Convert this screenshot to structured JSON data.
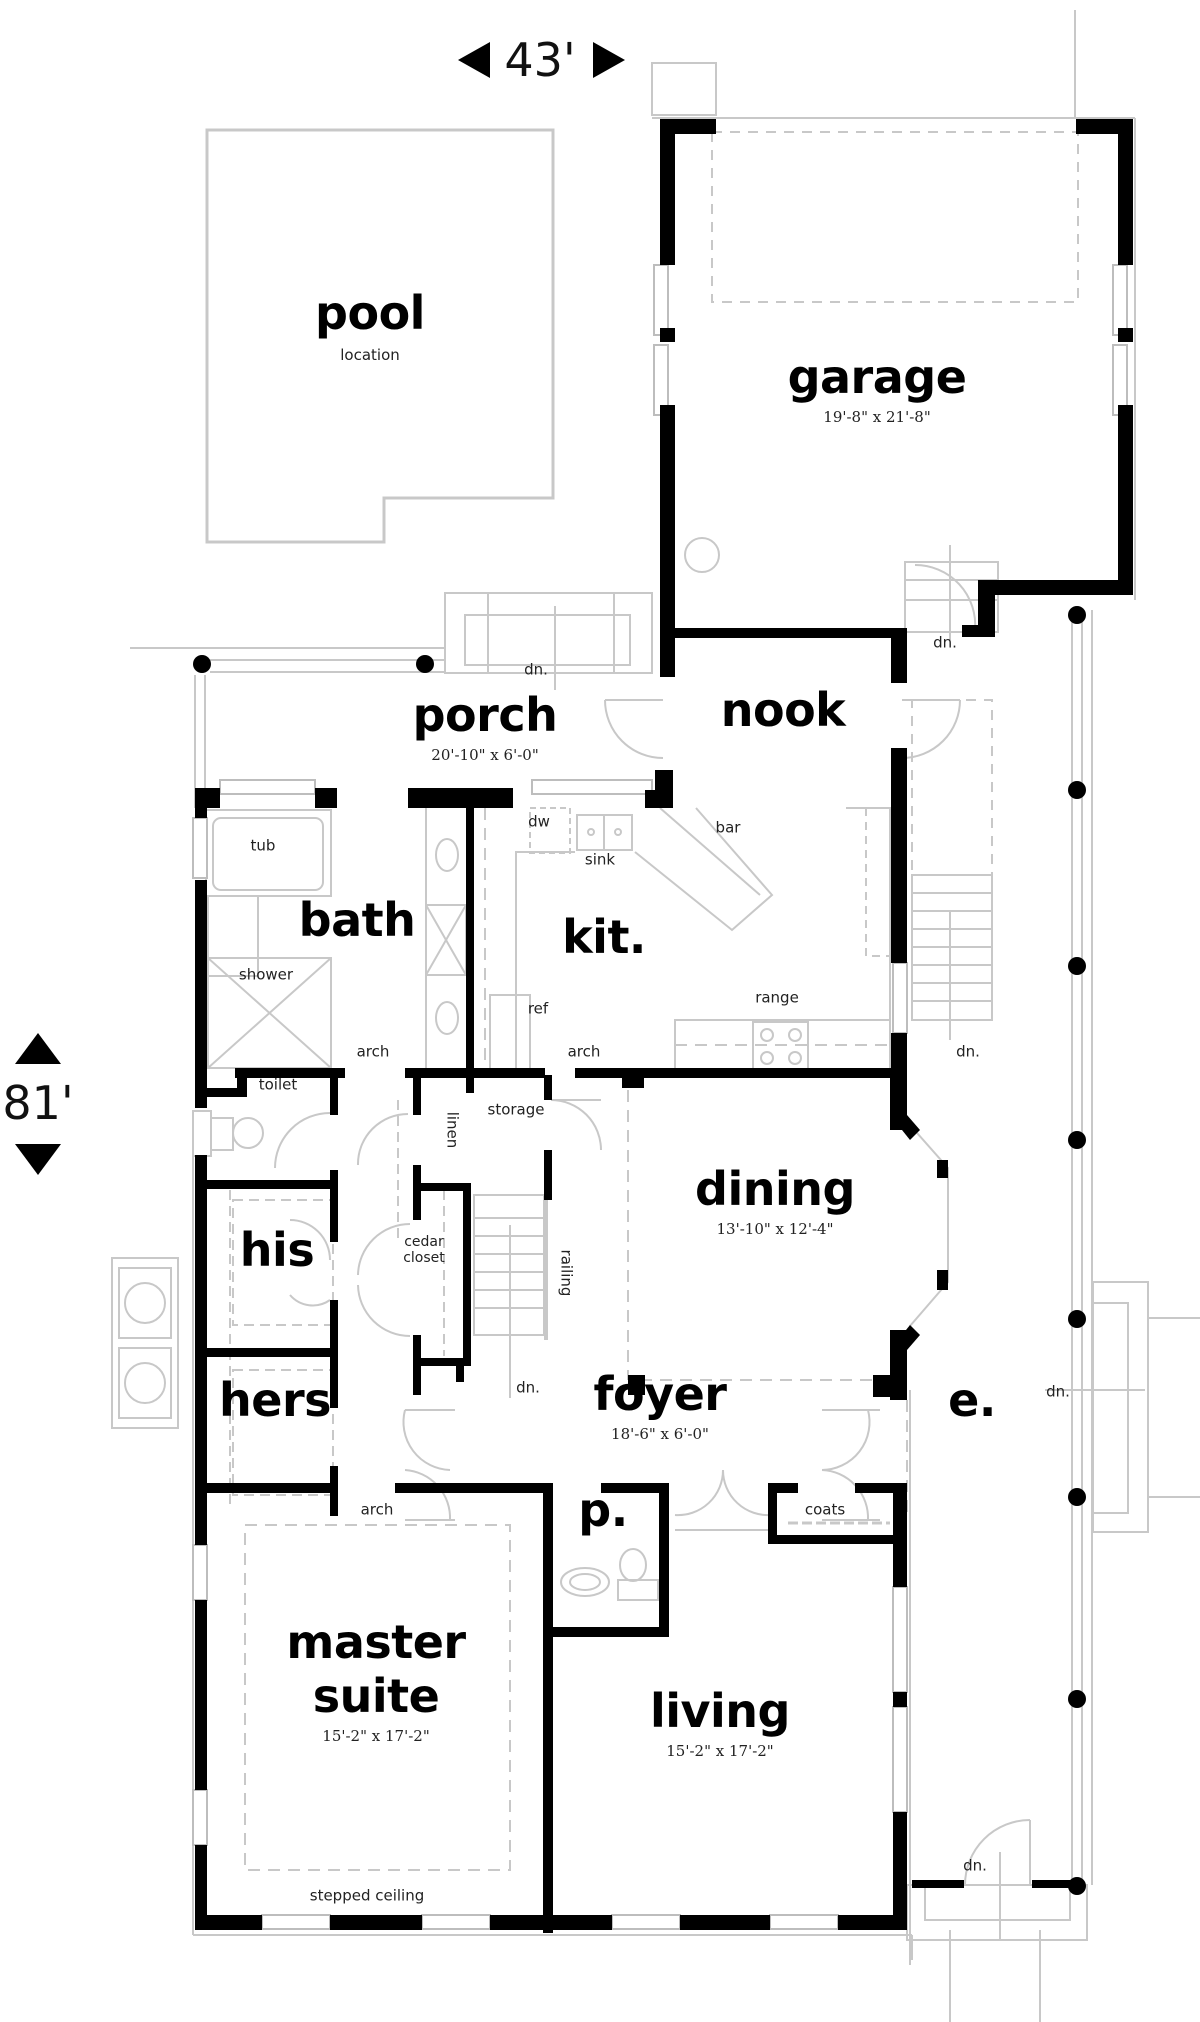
{
  "overall_dimensions": {
    "width": "43'",
    "depth": "81'"
  },
  "rooms": {
    "pool": {
      "name": "pool",
      "note": "location"
    },
    "garage": {
      "name": "garage",
      "size": "19'-8\" x 21'-8\""
    },
    "porch": {
      "name": "porch",
      "size": "20'-10\" x 6'-0\""
    },
    "nook": {
      "name": "nook"
    },
    "bath": {
      "name": "bath"
    },
    "kitchen": {
      "name": "kit."
    },
    "dining": {
      "name": "dining",
      "size": "13'-10\" x 12'-4\""
    },
    "his": {
      "name": "his"
    },
    "hers": {
      "name": "hers"
    },
    "foyer": {
      "name": "foyer",
      "size": "18'-6\" x 6'-0\""
    },
    "entry": {
      "name": "e."
    },
    "powder": {
      "name": "p."
    },
    "master": {
      "name_line1": "master",
      "name_line2": "suite",
      "size": "15'-2\" x 17'-2\"",
      "note": "stepped ceiling"
    },
    "living": {
      "name": "living",
      "size": "15'-2\" x 17'-2\""
    }
  },
  "fixtures": {
    "tub": "tub",
    "shower": "shower",
    "toilet": "toilet",
    "linen": "linen",
    "storage": "storage",
    "cedar_closet_line1": "cedar",
    "cedar_closet_line2": "closet",
    "railing": "railing",
    "dw": "dw",
    "sink": "sink",
    "bar": "bar",
    "ref": "ref",
    "range": "range",
    "coats": "coats"
  },
  "annotations": {
    "arch_bath": "arch",
    "arch_kitchen": "arch",
    "arch_master": "arch",
    "dn_porch": "dn.",
    "dn_garage": "dn.",
    "dn_rear_stair": "dn.",
    "dn_main_stair": "dn.",
    "dn_side_steps": "dn.",
    "dn_front_steps": "dn."
  }
}
